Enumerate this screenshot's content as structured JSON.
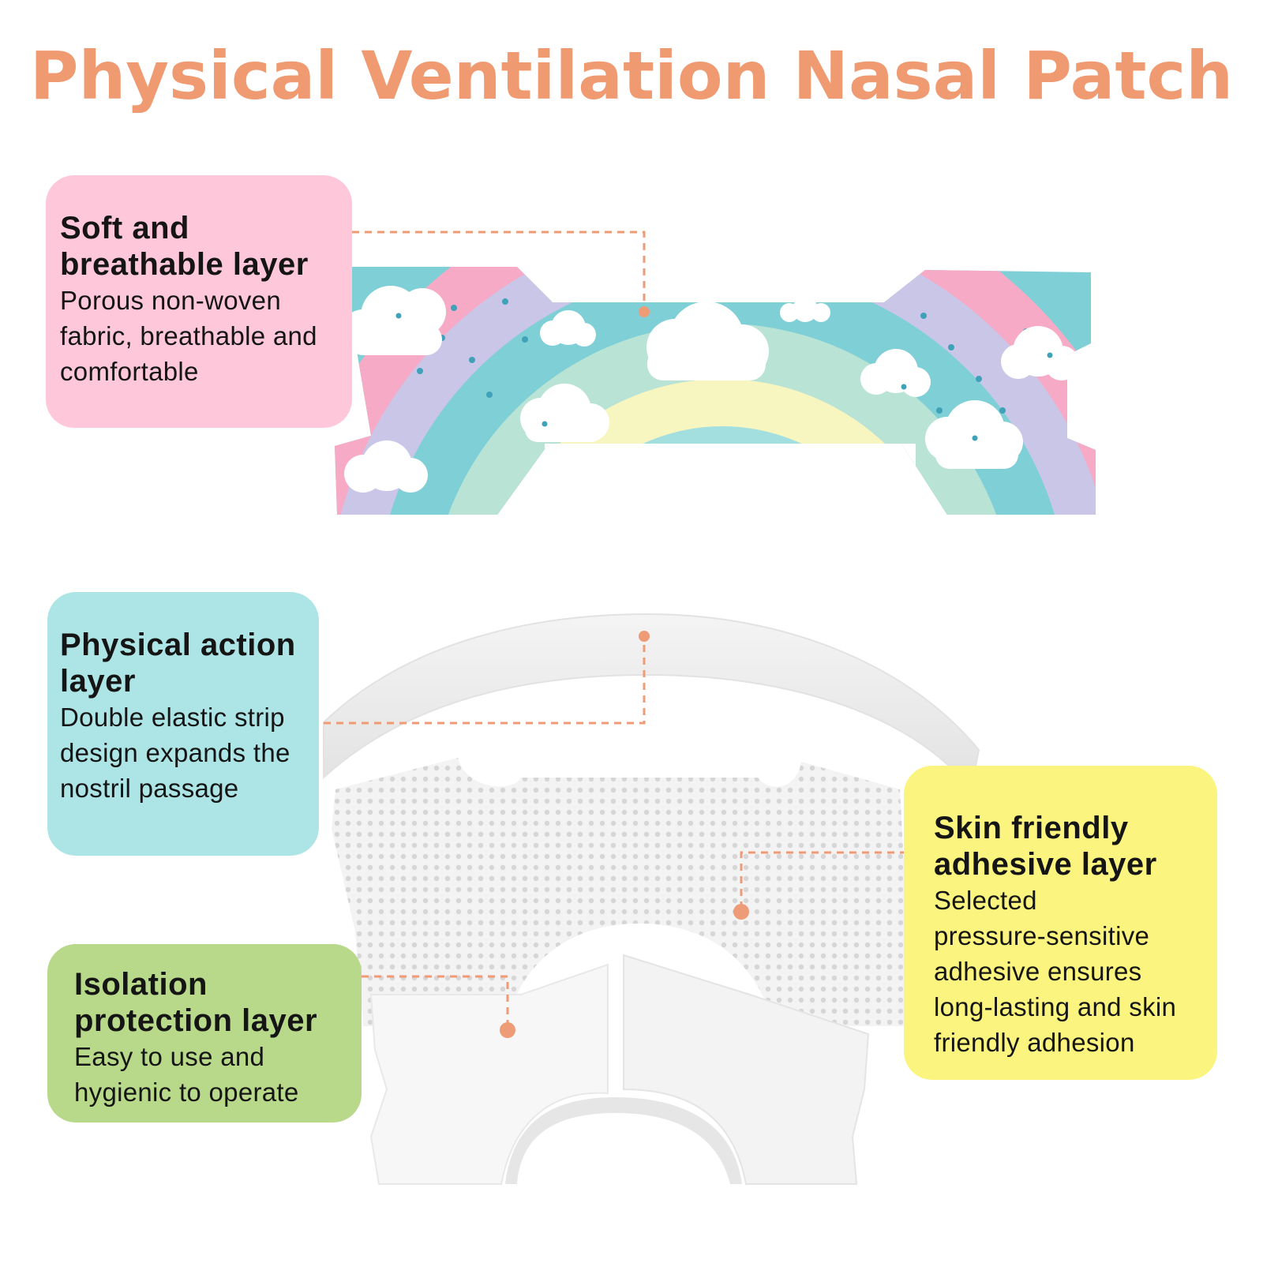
{
  "title": "Physical Ventilation Nasal Patch",
  "colors": {
    "title": "#f09a72",
    "leader_line": "#ee9b78",
    "card_pink": "#ffc8da",
    "card_blue": "#ade5e6",
    "card_green": "#b8d98a",
    "card_yellow": "#fbf47e"
  },
  "layers": [
    {
      "title_line1": "Soft and",
      "title_line2": "breathable layer",
      "desc_lines": [
        "Porous non-woven",
        "fabric, breathable and",
        "comfortable"
      ]
    },
    {
      "title_line1": "Physical action",
      "title_line2": "layer",
      "desc_lines": [
        "Double elastic strip",
        "design expands the",
        "nostril passage"
      ]
    },
    {
      "title_line1": "Isolation",
      "title_line2": "protection layer",
      "desc_lines": [
        "Easy to use and",
        "hygienic to operate"
      ]
    },
    {
      "title_line1": "Skin friendly",
      "title_line2": "adhesive layer",
      "desc_lines": [
        "Selected",
        "pressure-sensitive",
        "adhesive ensures",
        "long-lasting and skin",
        "friendly adhesion"
      ]
    }
  ],
  "illustration": {
    "top_patch": "rainbow-cloud-patch",
    "elastic_strip": "white-elastic-strip",
    "adhesive_patch": "textured-white-adhesive-patch",
    "release_liner": "white-release-liner"
  }
}
